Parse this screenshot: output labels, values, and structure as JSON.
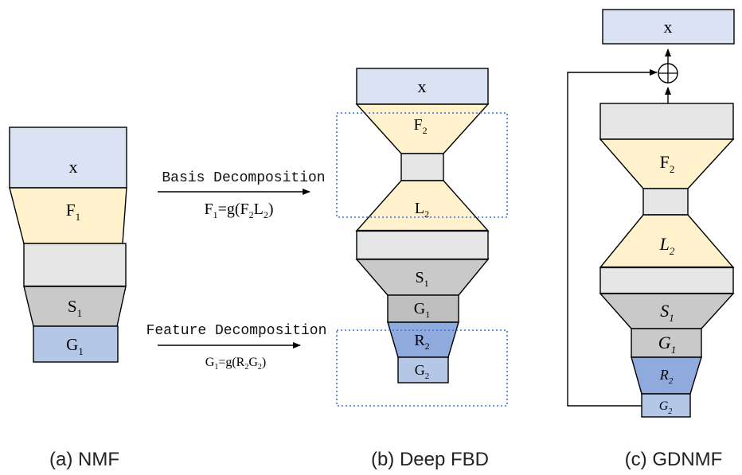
{
  "colors": {
    "blue_light": "#dae3f3",
    "yellow": "#fff2cc",
    "gray_light": "#e7e6e6",
    "gray_mid": "#c9c9c9",
    "gray_dark": "#bfbfbf",
    "blue_mid": "#8faadc",
    "blue_box": "#b4c7e7",
    "dash_blue": "#3a6fd8"
  },
  "panel_a": {
    "caption": "(a) NMF",
    "x": "x",
    "f": "F",
    "f_sub": "1",
    "s": "S",
    "s_sub": "1",
    "g": "G",
    "g_sub": "1"
  },
  "panel_b": {
    "caption": "(b) Deep FBD",
    "x": "x",
    "f": "F",
    "f_sub": "2",
    "l": "L",
    "l_sub": "2",
    "s": "S",
    "s_sub": "1",
    "g": "G",
    "g_sub": "1",
    "r": "R",
    "r_sub": "2",
    "g2": "G",
    "g2_sub": "2"
  },
  "panel_c": {
    "caption": "(c) GDNMF",
    "x": "x",
    "f": "F",
    "f_sub": "2",
    "l": "L",
    "l_sub": "2",
    "s": "S",
    "s_sub": "1",
    "g": "G",
    "g_sub": "1",
    "r": "R",
    "r_sub": "2",
    "g2": "G",
    "g2_sub": "2",
    "plus": "⊕"
  },
  "arrows": {
    "basis_label": "Basis Decomposition",
    "basis_formula": {
      "a": "F",
      "a_sub": "1",
      "eq": "=g(",
      "b": "F",
      "b_sub": "2",
      "c": "L",
      "c_sub": "2",
      "close": ")"
    },
    "feature_label": "Feature Decomposition",
    "feature_formula": {
      "a": "G",
      "a_sub": "1",
      "eq": "=g(",
      "b": "R",
      "b_sub": "2",
      "c": "G",
      "c_sub": "2",
      "close": ")"
    }
  }
}
